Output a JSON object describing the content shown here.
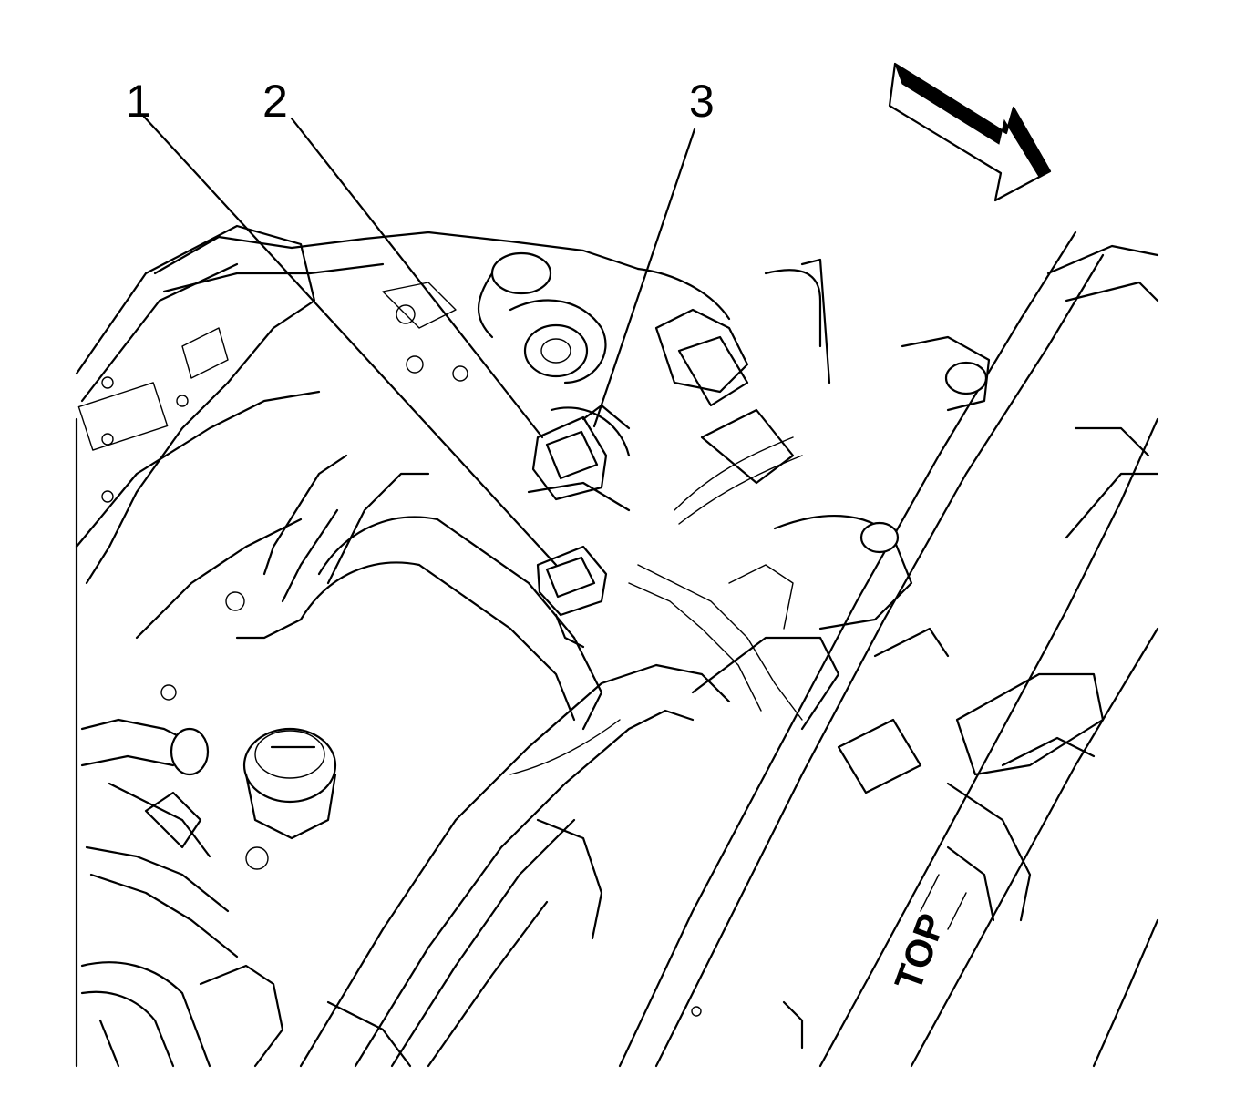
{
  "callouts": [
    {
      "id": "1",
      "label": "1"
    },
    {
      "id": "2",
      "label": "2"
    },
    {
      "id": "3",
      "label": "3"
    }
  ],
  "part_marking": "TOP",
  "colors": {
    "line": "#000000",
    "background": "#ffffff"
  },
  "icons": {
    "direction": "arrow-forward-icon"
  }
}
